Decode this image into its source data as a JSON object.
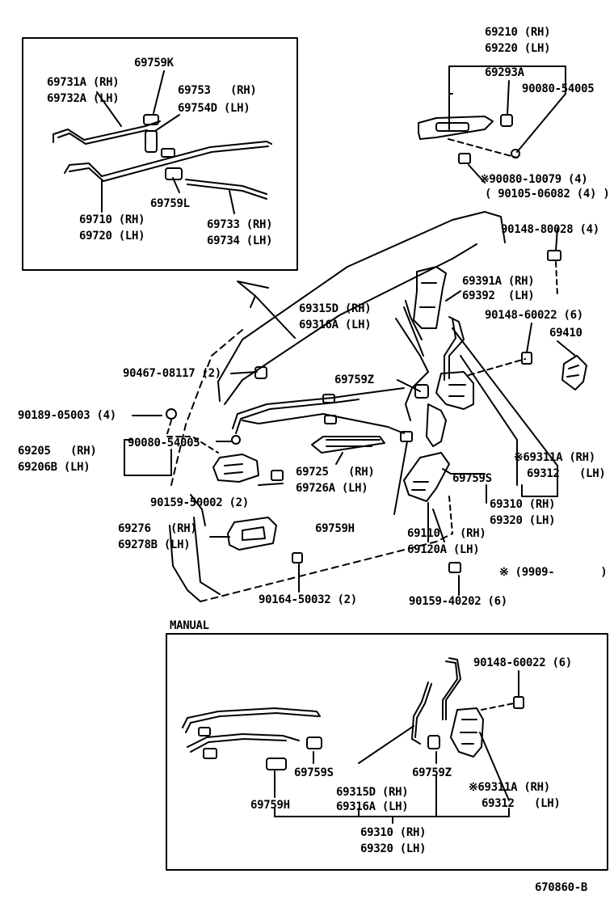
{
  "diagram": {
    "inset_top": {
      "title": "",
      "labels": {
        "l_69759k": "69759K",
        "l_69731a": "69731A (RH)",
        "l_69732a": "69732A (LH)",
        "l_69753": "69753   (RH)",
        "l_69754d": "69754D (LH)",
        "l_69759l": "69759L",
        "l_69710": "69710 (RH)",
        "l_69720": "69720 (LH)",
        "l_69733": "69733 (RH)",
        "l_69734": "69734 (LH)"
      }
    },
    "main": {
      "labels": {
        "l_69210": "69210 (RH)",
        "l_69220": "69220 (LH)",
        "l_69293a": "69293A",
        "l_90080_54005_top": "90080-54005",
        "l_90080_10079": "※90080-10079 (4)",
        "l_90105_06082": "( 90105-06082 (4) )",
        "l_90148_80028": "90148-80028 (4)",
        "l_69391a": "69391A (RH)",
        "l_69392": "69392  (LH)",
        "l_69315d": "69315D (RH)",
        "l_69316a": "69316A (LH)",
        "l_90148_60022": "90148-60022 (6)",
        "l_69410": "69410",
        "l_90467_08117": "90467-08117 (2)",
        "l_69759z": "69759Z",
        "l_90189_05003": "90189-05003 (4)",
        "l_69205": "69205   (RH)",
        "l_69206b": "69206B (LH)",
        "l_90080_54005": "90080-54005",
        "l_69311a": "※69311A (RH)",
        "l_69312": "69312   (LH)",
        "l_69725": "69725   (RH)",
        "l_69726a": "69726A (LH)",
        "l_69759s": "69759S",
        "l_90159_50002": "90159-50002 (2)",
        "l_69310": "69310 (RH)",
        "l_69320": "69320 (LH)",
        "l_69276": "69276   (RH)",
        "l_69278b": "69278B (LH)",
        "l_69759h": "69759H",
        "l_69110": "69110   (RH)",
        "l_69120a": "69120A (LH)",
        "l_9909": "※ (9909-       )",
        "l_90164_50032": "90164-50032 (2)",
        "l_90159_40202": "90159-40202 (6)"
      }
    },
    "inset_manual": {
      "title": "MANUAL",
      "labels": {
        "m_90148_60022": "90148-60022 (6)",
        "m_69759s": "69759S",
        "m_69759z": "69759Z",
        "m_69311a": "※69311A (RH)",
        "m_69312": "69312   (LH)",
        "m_69315d": "69315D (RH)",
        "m_69316a": "69316A (LH)",
        "m_69759h": "69759H",
        "m_69310": "69310 (RH)",
        "m_69320": "69320 (LH)"
      }
    },
    "figure_code": "670860-B"
  }
}
